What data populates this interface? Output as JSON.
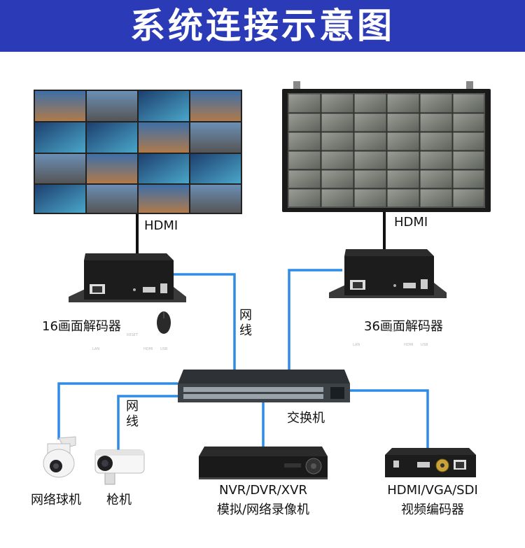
{
  "title": "系统连接示意图",
  "colors": {
    "header": "#2b3bb7",
    "cable": "#2f8ce6",
    "hdmi_cable": "#111111"
  },
  "labels": {
    "hdmi_left": "HDMI",
    "hdmi_right": "HDMI",
    "decoder16": "16画面解码器",
    "decoder36": "36画面解码器",
    "cable_label_top": [
      "网",
      "线"
    ],
    "cable_label_mid": [
      "网",
      "线"
    ],
    "switch": "交换机",
    "dome_camera": "网络球机",
    "bullet_camera": "枪机",
    "nvr_line1": "NVR/DVR/XVR",
    "nvr_line2": "模拟/网络录像机",
    "encoder_line1": "HDMI/VGA/SDI",
    "encoder_line2": "视频编码器"
  },
  "decoder_ports": {
    "lan": "LAN",
    "hdmi": "HDMI",
    "usb": "USB",
    "reset": "RESET"
  },
  "icons": [
    "video-wall-icon",
    "monitor-icon",
    "decoder-icon",
    "mouse-icon",
    "switch-icon",
    "dome-camera-icon",
    "bullet-camera-icon",
    "nvr-icon",
    "encoder-icon"
  ]
}
